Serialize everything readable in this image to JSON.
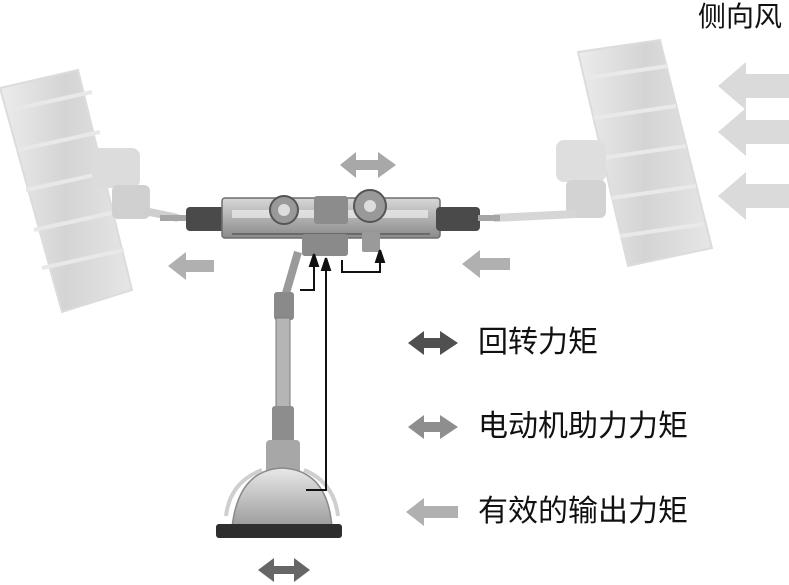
{
  "wind_label": "侧向风",
  "legend": [
    {
      "key": "return",
      "label": "回转力矩"
    },
    {
      "key": "motor",
      "label": "电动机助力力矩"
    },
    {
      "key": "output",
      "label": "有效的输出力矩"
    }
  ]
}
